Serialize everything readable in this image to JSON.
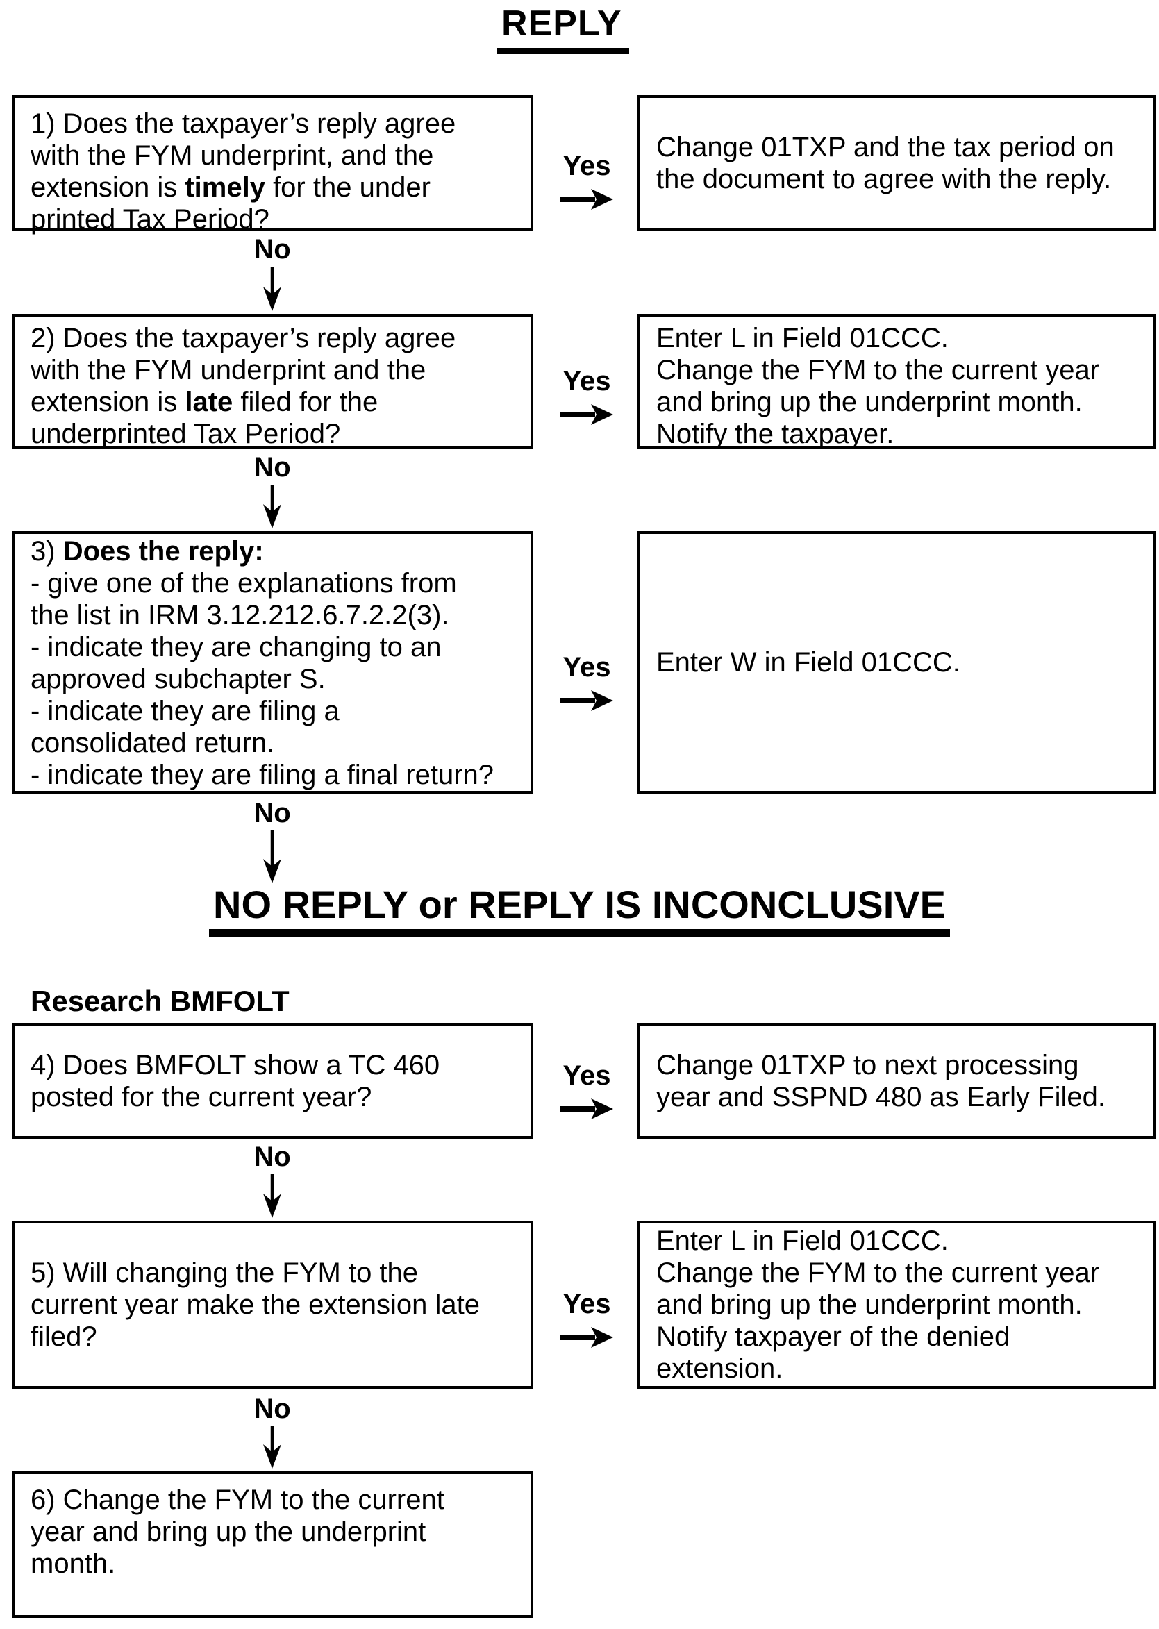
{
  "title": "REPLY",
  "section2_title": "NO REPLY or REPLY IS INCONCLUSIVE",
  "research_label": "Research BMFOLT",
  "labels": {
    "yes": "Yes",
    "no": "No"
  },
  "colors": {
    "ink": "#000000",
    "paper": "#ffffff"
  },
  "flow": {
    "step1": {
      "question_lines": [
        "1) Does the taxpayer’s reply agree",
        "with the FYM underprint, and the",
        [
          {
            "t": "extension is ",
            "b": false
          },
          {
            "t": "timely",
            "b": true
          },
          {
            "t": " for the under",
            "b": false
          }
        ],
        "printed Tax Period?"
      ],
      "action_lines": [
        "Change 01TXP and the tax period on",
        "the document to agree with the reply."
      ]
    },
    "step2": {
      "question_lines": [
        "2) Does the taxpayer’s reply agree",
        "with the FYM underprint and the",
        [
          {
            "t": "extension is ",
            "b": false
          },
          {
            "t": "late",
            "b": true
          },
          {
            "t": " filed for the",
            "b": false
          }
        ],
        "underprinted Tax Period?"
      ],
      "action_lines": [
        "Enter L in Field 01CCC.",
        "Change the FYM to the current year",
        "and bring up the underprint month.",
        "Notify the taxpayer."
      ]
    },
    "step3": {
      "question_lines": [
        [
          {
            "t": "3) ",
            "b": false
          },
          {
            "t": "Does the reply:",
            "b": true
          }
        ],
        "- give one of the explanations from",
        "the list in IRM 3.12.212.6.7.2.2(3).",
        "- indicate they are changing to an",
        "approved subchapter S.",
        "- indicate they are filing a",
        "consolidated return.",
        "- indicate they are filing a final return?"
      ],
      "action_lines": [
        "Enter W in Field 01CCC."
      ]
    },
    "step4": {
      "question_lines": [
        "4) Does BMFOLT show a TC 460",
        "posted for the current year?"
      ],
      "action_lines": [
        "Change 01TXP to next processing",
        "year and SSPND 480 as Early Filed."
      ]
    },
    "step5": {
      "question_lines": [
        "5) Will changing the FYM to the",
        "current year make the extension late",
        "filed?"
      ],
      "action_lines": [
        "Enter L in Field 01CCC.",
        "Change the FYM to the current year",
        "and bring up the underprint month.",
        "Notify taxpayer of the denied",
        "extension."
      ]
    },
    "step6": {
      "action_lines": [
        "6) Change the FYM to the current",
        "year and bring up the underprint",
        "month."
      ]
    }
  }
}
